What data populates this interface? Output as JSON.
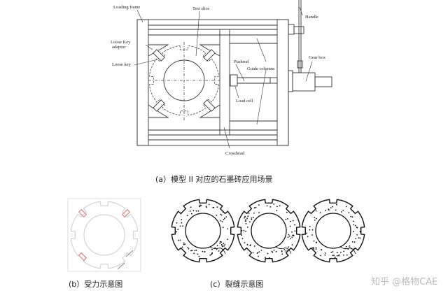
{
  "figure_a": {
    "labels": {
      "loading_frame": "Loading frame",
      "test_slice": "Test slice",
      "loose_key_adaptor_1": "Loose Key",
      "loose_key_adaptor_2": "adaptor",
      "loose_key": "Loose key",
      "pushrod": "Pushrod",
      "guide_columns": "Guide columns",
      "load_cell": "Load cell",
      "crosshead": "Crosshead",
      "handle": "Handle",
      "gear_box": "Gear box"
    },
    "caption": "(a）模型 II 对应的石墨砖应用场景"
  },
  "figure_b": {
    "caption": "(b）受力示意图",
    "load_color": "#e07070"
  },
  "figure_c": {
    "caption": "(c）裂缝示意图"
  },
  "watermark": "知乎 @格物CAE"
}
